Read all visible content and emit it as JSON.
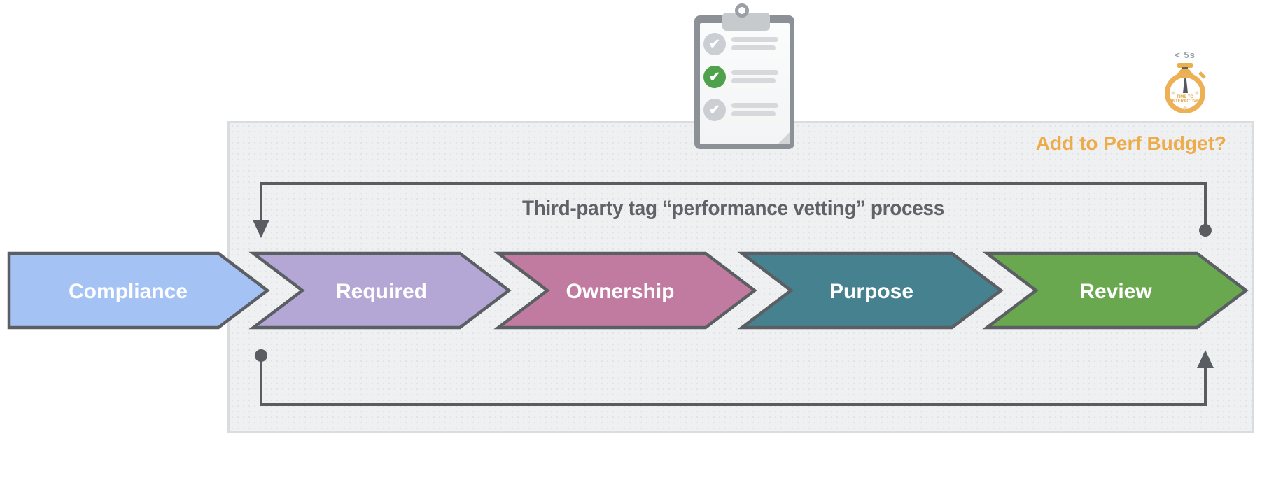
{
  "title": "Third-party tag “performance vetting” process",
  "perf_budget": {
    "label": "Add to Perf Budget?",
    "color": "#edab4a"
  },
  "stopwatch": {
    "time_label": "< 5s",
    "caption_line1": "TIME TO",
    "caption_line2": "INTERACTIVE"
  },
  "clipboard": {
    "check_glyph": "✔",
    "items": [
      {
        "checked": false,
        "circle_color": "#cbcfd3"
      },
      {
        "checked": true,
        "circle_color": "#50a14b"
      },
      {
        "checked": false,
        "circle_color": "#cbcfd3"
      }
    ]
  },
  "steps": [
    {
      "label": "Compliance",
      "color": "#a4c2f4"
    },
    {
      "label": "Required",
      "color": "#b4a7d6"
    },
    {
      "label": "Ownership",
      "color": "#c27ba0"
    },
    {
      "label": "Purpose",
      "color": "#45818e"
    },
    {
      "label": "Review",
      "color": "#6aa84f"
    }
  ],
  "colors": {
    "step_border": "#5b5f64",
    "connector": "#595d61",
    "title_text": "#5f6368",
    "panel_bg": "#eef0f1"
  }
}
